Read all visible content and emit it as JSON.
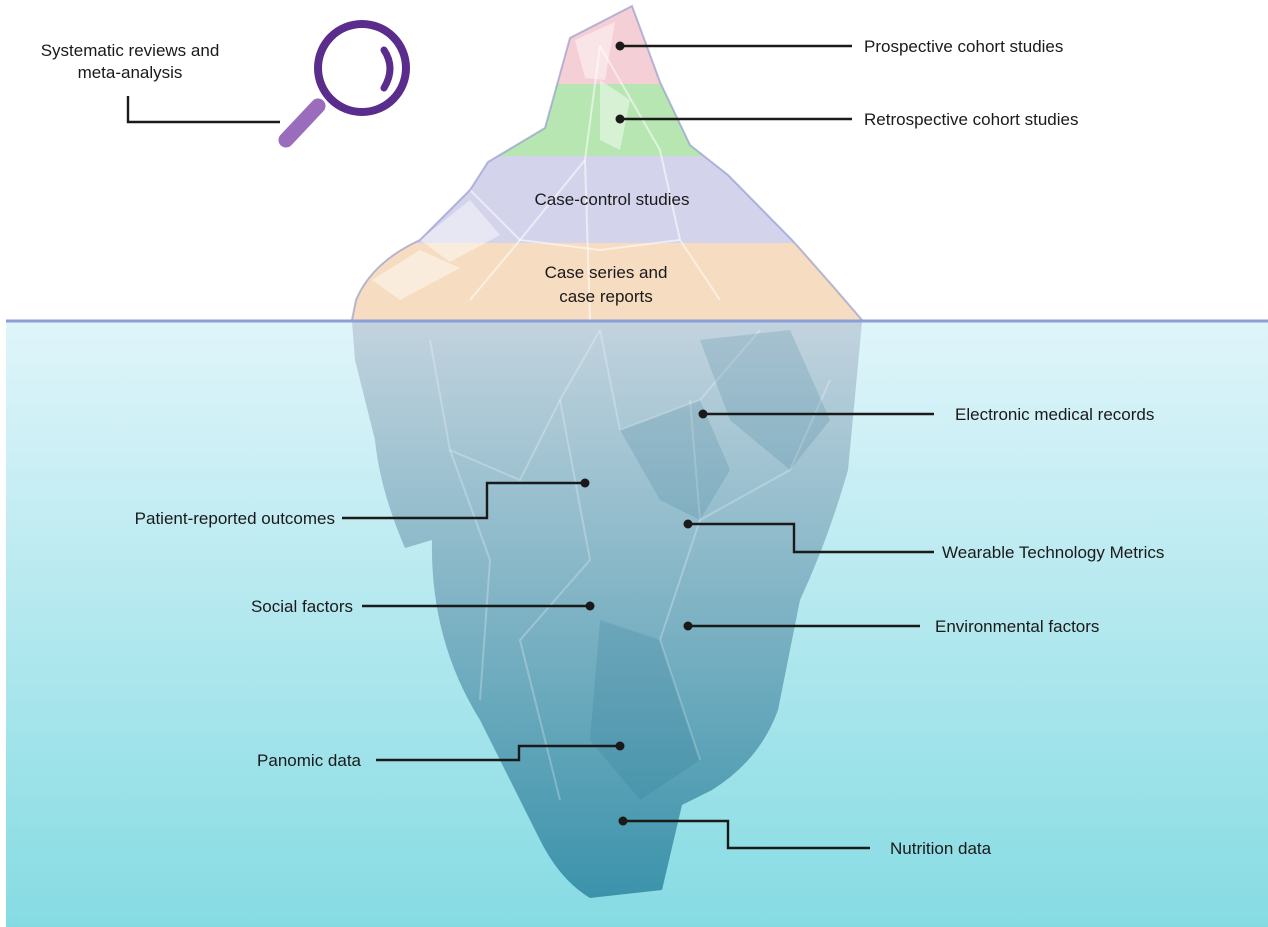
{
  "colors": {
    "water_top": "#dff5fa",
    "water_bottom": "#86dbe3",
    "waterline": "#8c9fd6",
    "tier_prospective": "#f4cfd5",
    "tier_retrospective": "#b7e6b3",
    "tier_case_control": "#d4d3ec",
    "tier_case_series": "#f6dcc0",
    "ice_top": "#c2d3de",
    "ice_bottom": "#3b93ab",
    "magnifier": "#5a2d8c",
    "magnifier_handle": "#9a6cbc"
  },
  "icons": {
    "magnifier": "magnifying-glass-icon"
  },
  "above_water": {
    "systematic_reviews": [
      "Systematic reviews and",
      "meta-analysis"
    ],
    "prospective": "Prospective cohort studies",
    "retrospective": "Retrospective cohort studies",
    "case_control": "Case-control studies",
    "case_series": [
      "Case series and",
      "case reports"
    ]
  },
  "below_water": {
    "electronic_records": "Electronic medical records",
    "patient_reported": "Patient-reported outcomes",
    "wearable": "Wearable Technology Metrics",
    "social": "Social factors",
    "environmental": "Environmental factors",
    "panomic": "Panomic data",
    "nutrition": "Nutrition data"
  }
}
